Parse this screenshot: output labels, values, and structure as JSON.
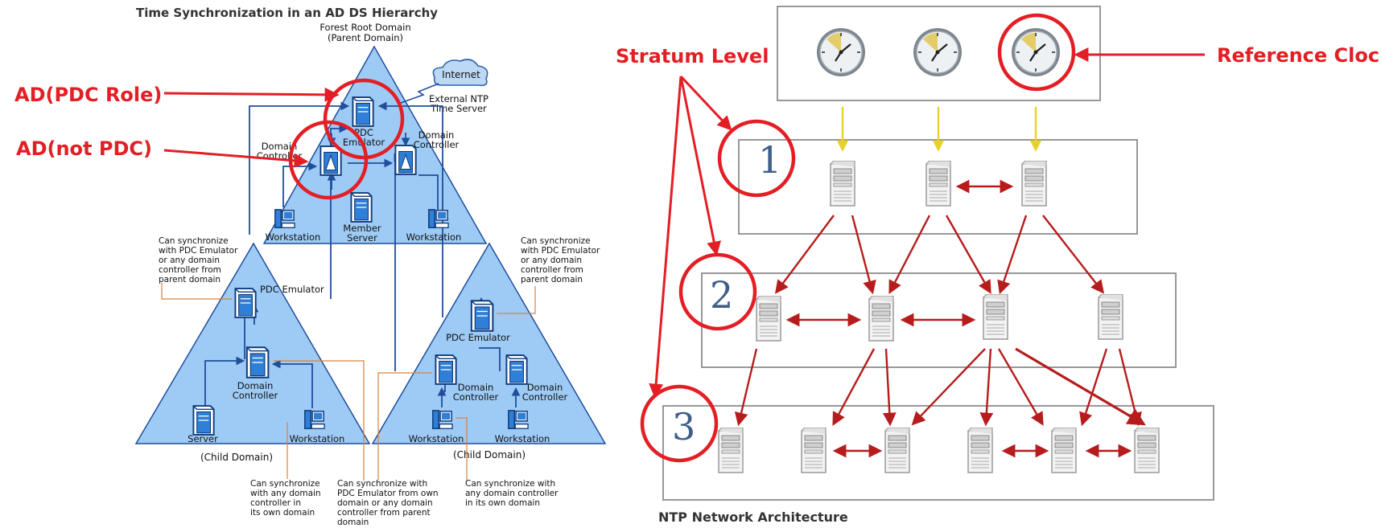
{
  "left_diagram": {
    "title": "Time Synchronization in an AD DS Hierarchy",
    "forest_root": {
      "line1": "Forest Root Domain",
      "line2": "(Parent Domain)"
    },
    "internet": "Internet",
    "ntp_server": {
      "line1": "External NTP",
      "line2": "Time Server"
    },
    "root_pdc": {
      "line1": "PDC",
      "line2": "Emulator"
    },
    "root_dc_left": {
      "line1": "Domain",
      "line2": "Controller"
    },
    "root_dc_right": {
      "line1": "Domain",
      "line2": "Controller"
    },
    "root_ws_left": "Workstation",
    "root_member": {
      "line1": "Member",
      "line2": "Server"
    },
    "root_ws_right": "Workstation",
    "left_child": {
      "pdc": "PDC Emulator",
      "dc": {
        "line1": "Domain",
        "line2": "Controller"
      },
      "server": "Server",
      "workstation": "Workstation",
      "caption": "(Child Domain)"
    },
    "right_child": {
      "pdc": "PDC Emulator",
      "dc_left": {
        "line1": "Domain",
        "line2": "Controller"
      },
      "dc_right": {
        "line1": "Domain",
        "line2": "Controller"
      },
      "ws_left": "Workstation",
      "ws_right": "Workstation",
      "caption": "(Child Domain)"
    },
    "notes": {
      "left_pdc": [
        "Can synchronize",
        "with PDC Emulator",
        "or any domain",
        "controller from",
        "parent domain"
      ],
      "right_pdc": [
        "Can synchronize",
        "with PDC Emulator",
        "or any domain",
        "controller from",
        "parent domain"
      ],
      "bottom_left": [
        "Can synchronize",
        "with any domain",
        "controller in",
        "its own domain"
      ],
      "bottom_middle": [
        "Can synchronize with",
        "PDC Emulator from own",
        "domain or any domain",
        "controller from parent",
        "domain"
      ],
      "bottom_right": [
        "Can synchronize with",
        "any domain controller",
        "in its own domain"
      ]
    }
  },
  "annotations": {
    "pdc_role": "AD(PDC Role)",
    "not_pdc": "AD(not PDC)",
    "stratum": "Stratum Level",
    "reference": "Reference Clock"
  },
  "right_diagram": {
    "caption": "NTP Network Architecture",
    "levels": [
      "1",
      "2",
      "3"
    ]
  },
  "colors": {
    "annotation_red": "#e31e24",
    "ad_blue": "#1f4e9c",
    "triangle_fill": "#9ecbf5",
    "note_line": "#d9823b",
    "ntp_arrow": "#b71c1c",
    "clock_arrow": "#e8d12a",
    "stratum_digit": "#3e5f8a"
  },
  "icons": [
    "cloud-icon",
    "server-icon",
    "workstation-icon",
    "clock-icon",
    "computer-icon"
  ]
}
